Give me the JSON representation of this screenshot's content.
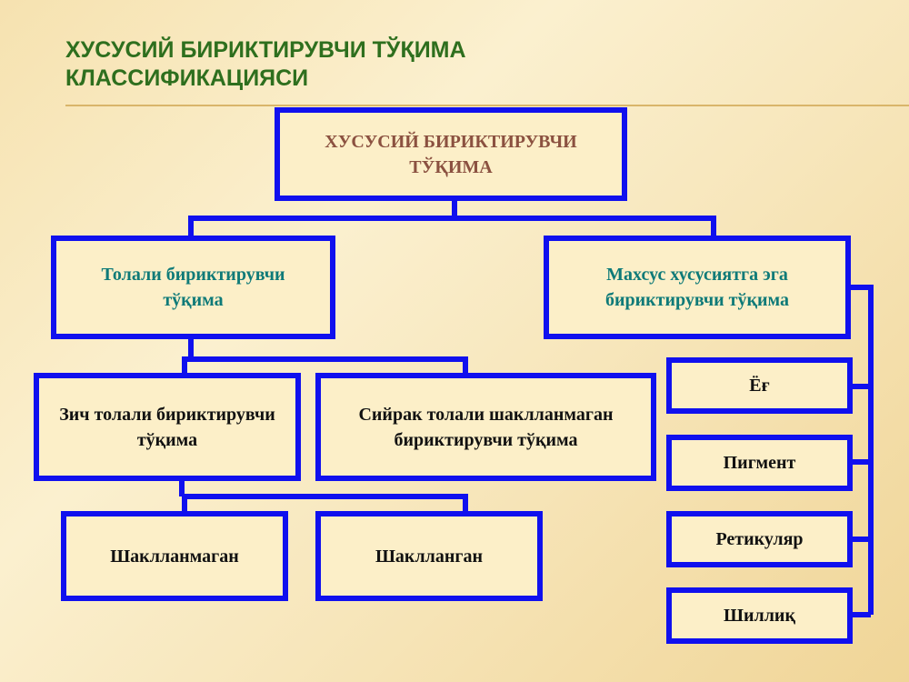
{
  "title": "ХУСУСИЙ БИРИКТИРУВЧИ ТЎҚИМА КЛАССИФИКАЦИЯСИ",
  "nodes": {
    "root": "ХУСУСИЙ БИРИКТИРУВЧИ ТЎҚИМА",
    "fibrous": "Толали бириктирувчи тўқима",
    "special": "Махсус хусусиятга эга бириктирувчи тўқима",
    "dense": "Зич толали бириктирувчи тўқима",
    "loose": "Сийрак толали шаклланмаган бириктирувчи тўқима",
    "unformed": "Шаклланмаган",
    "formed": "Шаклланган",
    "fat": "Ёғ",
    "pigment": "Пигмент",
    "reticular": "Ретикуляр",
    "mucous": "Шиллиқ"
  },
  "colors": {
    "box_border": "#1010ee",
    "title": "#2e6f1e",
    "root_text": "#8b5140",
    "level2_text": "#0e7a78"
  }
}
